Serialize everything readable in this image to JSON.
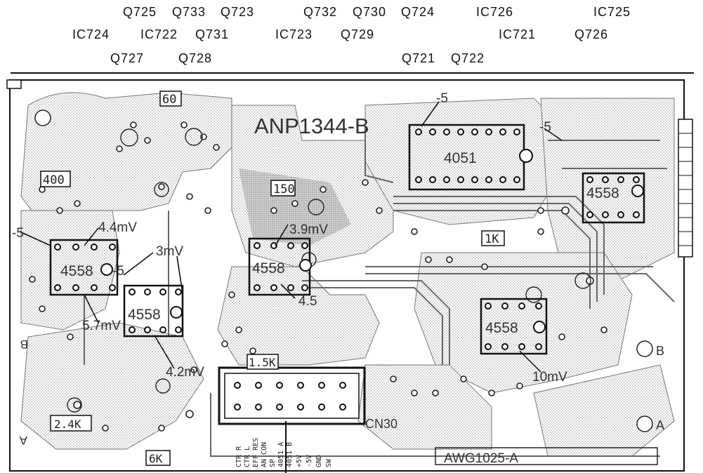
{
  "callouts": {
    "row1": [
      "Q725",
      "Q733",
      "Q723",
      "Q732",
      "Q730",
      "Q724",
      "IC726",
      "IC725"
    ],
    "row2": [
      "IC724",
      "IC722",
      "Q731",
      "IC723",
      "Q729",
      "IC721",
      "Q726"
    ],
    "row3": [
      "Q727",
      "Q728",
      "Q721",
      "Q722"
    ]
  },
  "board": {
    "part_number": "ANP1344-B",
    "lot_code": "AWG1025-A",
    "connector": "CN30"
  },
  "boxed_labels": {
    "b60": "60",
    "b400": "400",
    "b150": "150",
    "b1k": "1K",
    "b15k": "1.5K",
    "b24k": "2.4K",
    "b6k": "6K"
  },
  "ic_labels": {
    "ic_4558_a": "4558",
    "ic_4558_b": "4558",
    "ic_4558_c": "4558",
    "ic_4558_d": "4558",
    "ic_4558_e": "4558",
    "ic_4051": "4051"
  },
  "voltages": {
    "v_m5_top": "-5",
    "v_m5_right": "-5",
    "v_m5_left": "-5",
    "v_m5_mid": "-5",
    "v_44mv": "4.4mV",
    "v_3mv": "3mV",
    "v_39mv": "3.9mV",
    "v_45": "4.5",
    "v_57mv": "5.7mV",
    "v_42mv": "4.2mV",
    "v_10mv": "10mV"
  },
  "edge_labels": {
    "left_b": "B",
    "left_a": "A",
    "right_b": "B",
    "right_a": "A"
  },
  "connector_pins": [
    "CTR R",
    "CTR L",
    "EFF RES",
    "AN CON",
    "SP",
    "4051 A",
    "4051 B",
    "+5V",
    "-5V",
    "GND",
    "SW"
  ]
}
